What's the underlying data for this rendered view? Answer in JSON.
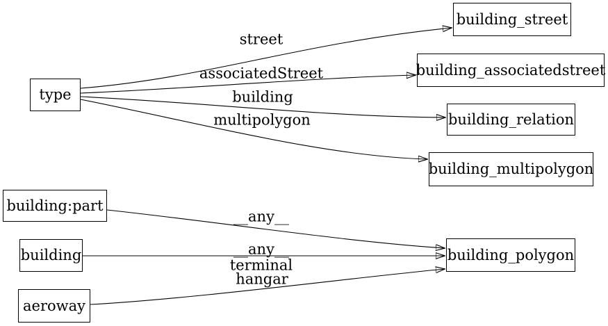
{
  "diagram": {
    "type": "directed-graph",
    "background_color": "#ffffff",
    "stroke_color": "#000000",
    "node_fill_color": "#ffffff",
    "nodes": [
      {
        "id": "type",
        "label": "type"
      },
      {
        "id": "building_street",
        "label": "building_street"
      },
      {
        "id": "building_associatedstreet",
        "label": "building_associatedstreet"
      },
      {
        "id": "building_relation",
        "label": "building_relation"
      },
      {
        "id": "building_multipolygon",
        "label": "building_multipolygon"
      },
      {
        "id": "building_part",
        "label": "building:part"
      },
      {
        "id": "building",
        "label": "building"
      },
      {
        "id": "aeroway",
        "label": "aeroway"
      },
      {
        "id": "building_polygon",
        "label": "building_polygon"
      }
    ],
    "edges": [
      {
        "from": "type",
        "to": "building_street",
        "label": "street"
      },
      {
        "from": "type",
        "to": "building_associatedstreet",
        "label": "associatedStreet"
      },
      {
        "from": "type",
        "to": "building_relation",
        "label": "building"
      },
      {
        "from": "type",
        "to": "building_multipolygon",
        "label": "multipolygon"
      },
      {
        "from": "building:part",
        "to": "building_polygon",
        "label": "__any__"
      },
      {
        "from": "building",
        "to": "building_polygon",
        "label": "__any__"
      },
      {
        "from": "aeroway",
        "to": "building_polygon",
        "label": "terminal hangar",
        "label_lines": [
          "terminal",
          "hangar"
        ]
      }
    ]
  }
}
